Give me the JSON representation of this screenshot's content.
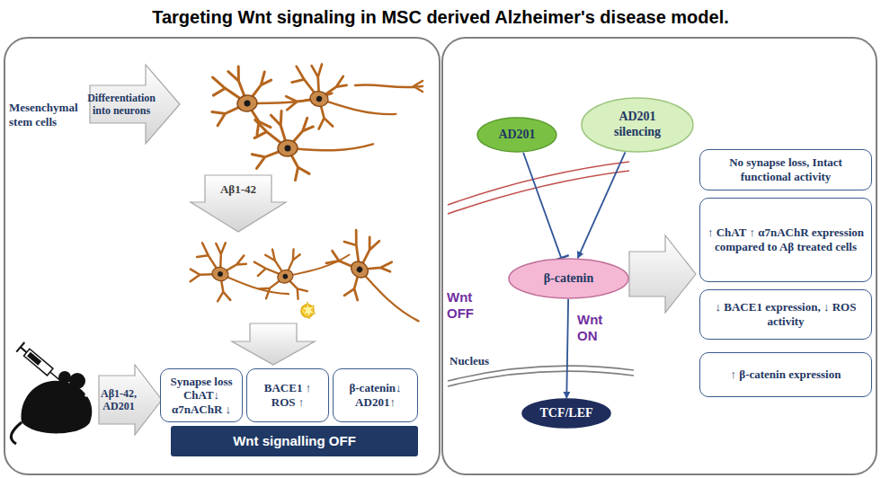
{
  "diagram": {
    "title": "Targeting Wnt signaling in MSC derived Alzheimer's disease model.",
    "nodes": [
      {
        "text": [
          "Differentiation into neurons"
        ]
      },
      {
        "text": [
          "Aβ1-42"
        ]
      },
      {
        "text": [
          "Aβ1-42, AD201"
        ]
      },
      {
        "text": [
          "Synapse loss ChAT↓ α7nAChR ↓"
        ]
      },
      {
        "text": [
          "BACE1 ↑ ROS ↑"
        ]
      },
      {
        "text": [
          "β-catenin↓ AD201↑"
        ]
      },
      {
        "text": [
          "Wnt signalling OFF"
        ]
      },
      {
        "text": [
          "AD201"
        ]
      },
      {
        "text": [
          "AD201 silencing"
        ]
      },
      {
        "text": [
          "β-catenin"
        ]
      },
      {
        "text": [
          "TCF/LEF"
        ]
      },
      {
        "text": [
          "No synapse loss, Intact functional activity"
        ]
      },
      {
        "text": [
          "↑ ChAT ↑ α7nAChR expression compared to Aβ treated cells"
        ]
      },
      {
        "text": [
          "↓ BACE1 expression, ↓ ROS activity"
        ]
      },
      {
        "text": [
          "↑ β-catenin expression"
        ]
      }
    ],
    "edges": [
      {
        "from": 7,
        "to": 9,
        "arrow": "to"
      },
      {
        "from": 8,
        "to": 9,
        "arrow": "to"
      },
      {
        "from": 9,
        "to": 10,
        "arrow": "to"
      }
    ],
    "labels": [
      "Mesenchymal stem cells",
      "Wnt OFF",
      "Wnt ON",
      "Nucleus"
    ]
  }
}
